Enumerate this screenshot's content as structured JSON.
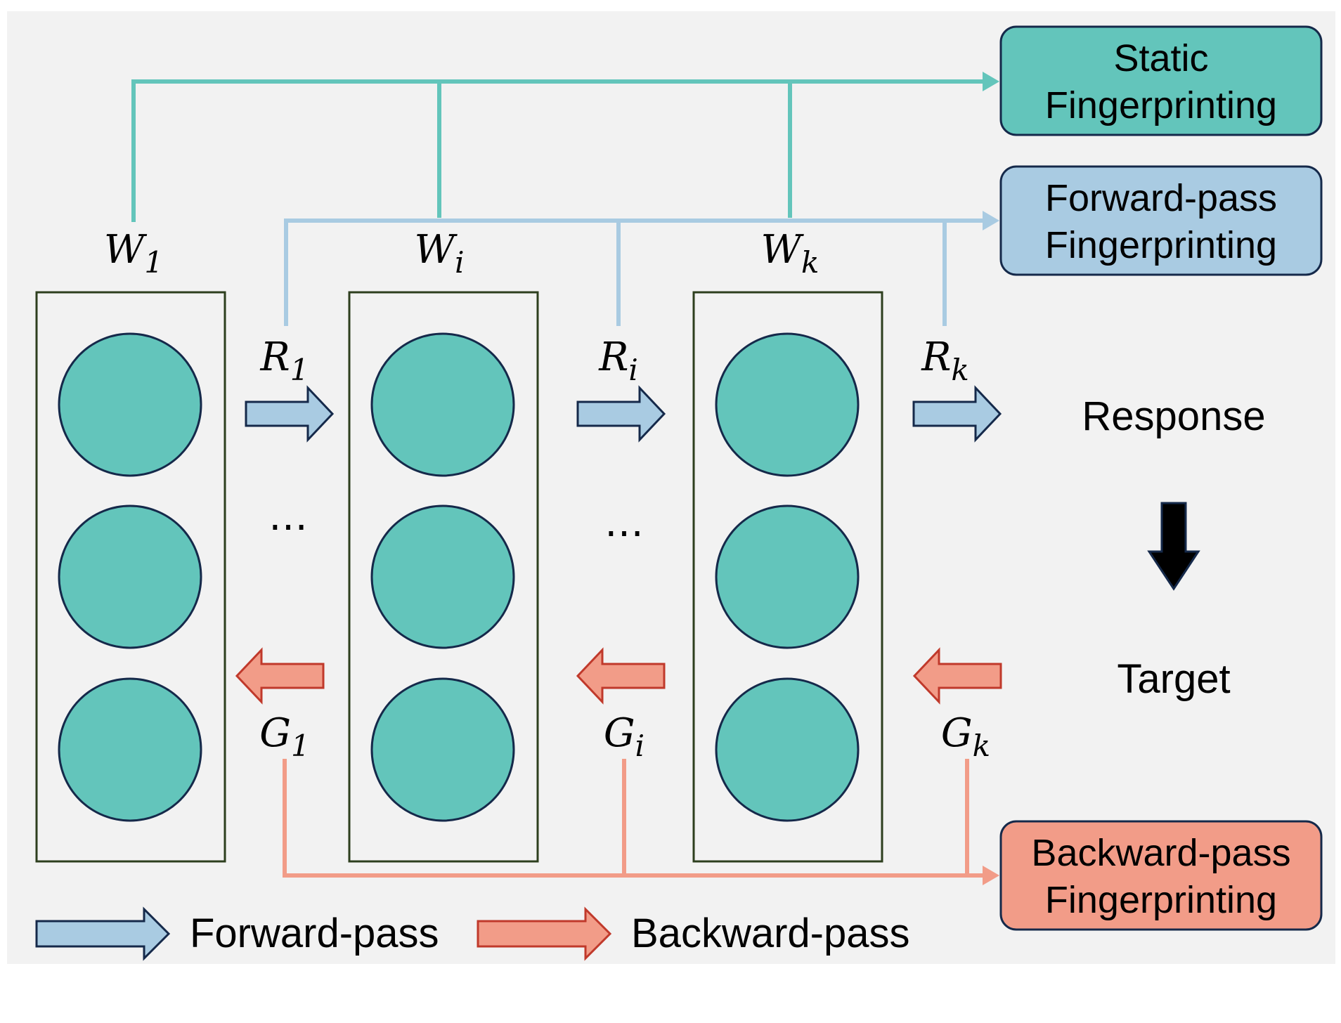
{
  "colors": {
    "background": "#f2f2f2",
    "static": "#63c5bb",
    "forward": "#a9cbe2",
    "backward": "#f29c88",
    "node_fill": "#63c5bb",
    "node_stroke": "#15294a",
    "layer_stroke": "#2d3f1e",
    "target_arrow": "#000000"
  },
  "boxes": {
    "static": [
      "Static",
      "Fingerprinting"
    ],
    "forward": [
      "Forward-pass",
      "Fingerprinting"
    ],
    "backward": [
      "Backward-pass",
      "Fingerprinting"
    ]
  },
  "layers": [
    {
      "weight": {
        "base": "W",
        "sub": "1"
      },
      "response": {
        "base": "R",
        "sub": "1"
      },
      "gradient": {
        "base": "G",
        "sub": "1"
      }
    },
    {
      "weight": {
        "base": "W",
        "sub": "i"
      },
      "response": {
        "base": "R",
        "sub": "i"
      },
      "gradient": {
        "base": "G",
        "sub": "i"
      }
    },
    {
      "weight": {
        "base": "W",
        "sub": "k"
      },
      "response": {
        "base": "R",
        "sub": "k"
      },
      "gradient": {
        "base": "G",
        "sub": "k"
      }
    }
  ],
  "ellipsis": "⋯",
  "outputs": {
    "response": "Response",
    "target": "Target"
  },
  "legend": {
    "forward": "Forward-pass",
    "backward": "Backward-pass"
  }
}
